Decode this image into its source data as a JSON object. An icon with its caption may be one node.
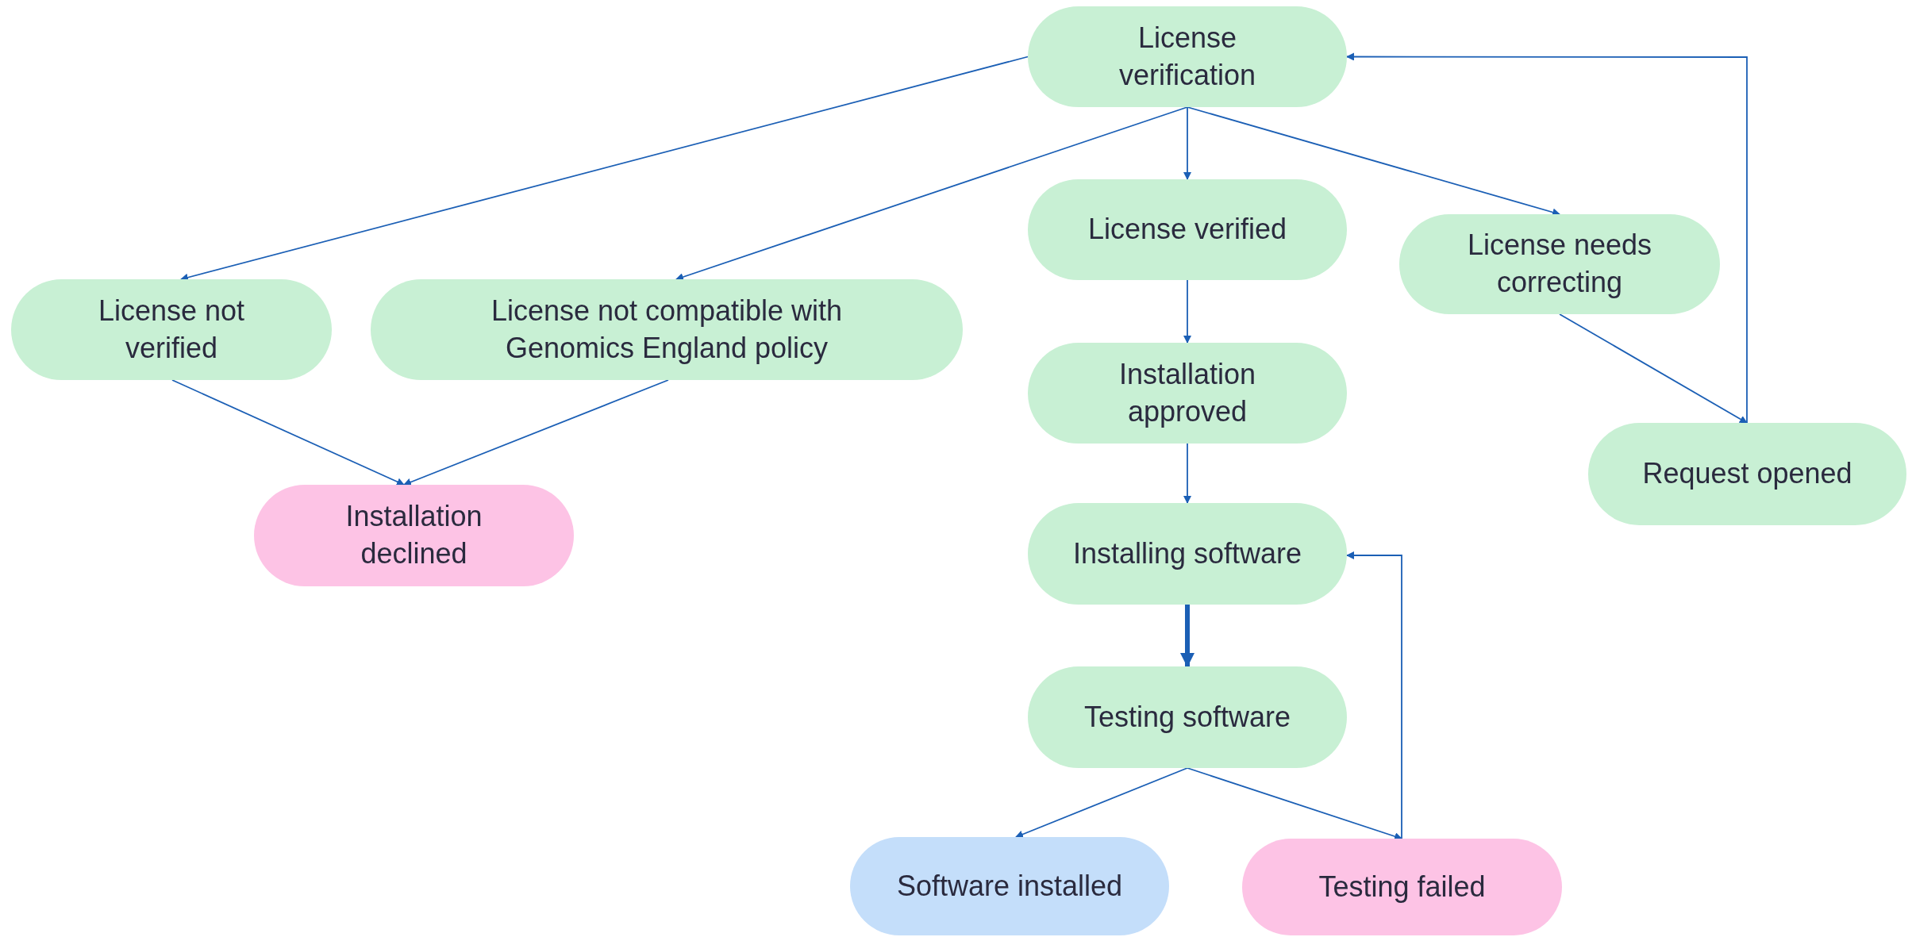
{
  "diagram": {
    "nodes": [
      {
        "text": [
          "License verification"
        ]
      },
      {
        "text": [
          "License not verified"
        ]
      },
      {
        "text": [
          "License not compatible with Genomics England policy"
        ]
      },
      {
        "text": [
          "License verified"
        ]
      },
      {
        "text": [
          "License needs correcting"
        ]
      },
      {
        "text": [
          "Installation declined"
        ]
      },
      {
        "text": [
          "Installation approved"
        ]
      },
      {
        "text": [
          "Request opened"
        ]
      },
      {
        "text": [
          "Installing software"
        ]
      },
      {
        "text": [
          "Testing software"
        ]
      },
      {
        "text": [
          "Software installed"
        ]
      },
      {
        "text": [
          "Testing failed"
        ]
      }
    ],
    "edges": [
      {
        "from": 0,
        "to": 1,
        "arrow": "to"
      },
      {
        "from": 0,
        "to": 2,
        "arrow": "to"
      },
      {
        "from": 0,
        "to": 3,
        "arrow": "to"
      },
      {
        "from": 0,
        "to": 4,
        "arrow": "to"
      },
      {
        "from": 1,
        "to": 5,
        "arrow": "to"
      },
      {
        "from": 2,
        "to": 5,
        "arrow": "to"
      },
      {
        "from": 3,
        "to": 6,
        "arrow": "to"
      },
      {
        "from": 6,
        "to": 8,
        "arrow": "to"
      },
      {
        "from": 8,
        "to": 9,
        "arrow": "to",
        "style": "thick"
      },
      {
        "from": 9,
        "to": 10,
        "arrow": "to"
      },
      {
        "from": 9,
        "to": 11,
        "arrow": "to"
      },
      {
        "from": 11,
        "to": 8,
        "arrow": "to"
      },
      {
        "from": 4,
        "to": 7,
        "arrow": "to"
      },
      {
        "from": 7,
        "to": 0,
        "arrow": "to"
      }
    ]
  }
}
